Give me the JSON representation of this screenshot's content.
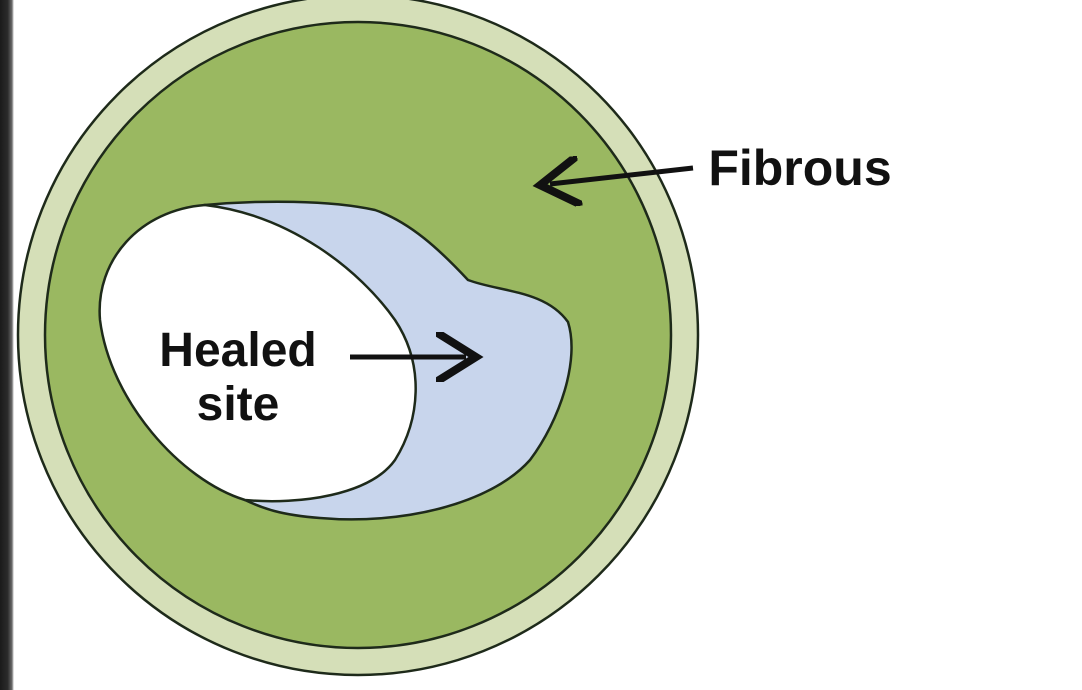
{
  "labels": {
    "fibrous": "Fibrous",
    "healed_line1": "Healed",
    "healed_line2": "site"
  },
  "colors": {
    "outer_ring": "#d5dfb8",
    "fibrous_area": "#9ab861",
    "healed_region": "#c8d5ec",
    "inner_white": "#ffffff",
    "outline": "#1e2a1a",
    "text": "#111111"
  }
}
